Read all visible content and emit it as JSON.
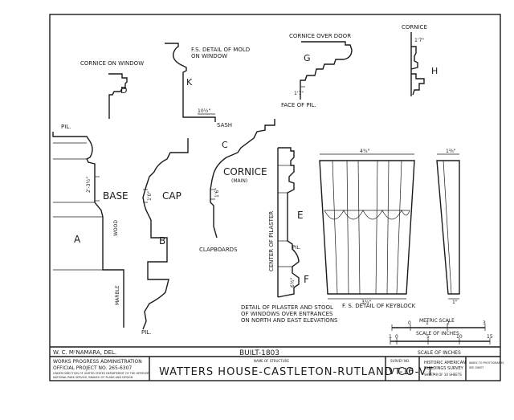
{
  "labels": {
    "cornice_on_window": "CORNICE ON WINDOW",
    "d": "D",
    "fs_detail_mold": "F.S. DETAIL OF MOLD",
    "on_window": "ON WINDOW",
    "k": "K",
    "k_dim": "10½\"",
    "sash": "SASH",
    "cornice_over_door": "CORNICE OVER DOOR",
    "g": "G",
    "g_dim": "1'7\"",
    "face_of_pil": "FACE OF PIL.",
    "cornice_small": "CORNICE",
    "h_dim": "1'7\"",
    "h": "H",
    "pil_top": "PIL.",
    "base": "BASE",
    "base_dim": "2'-3½\"",
    "cap": "CAP",
    "cap_dim": "1'0\"",
    "c": "C",
    "cornice_main": "CORNICE",
    "main": "(MAIN)",
    "c_dim": "1'6\"",
    "clapboards": "CLAPBOARDS",
    "a": "A",
    "wood": "WOOD",
    "b": "B",
    "marble": "MARBLE",
    "pil_bottom": "PIL.",
    "center_of_pilaster": "CENTER OF PILASTER",
    "e": "E",
    "pil_mid": "PIL.",
    "f": "F",
    "f_dim": "6½\"",
    "keyblock_top_dim": "4¾\"",
    "keyblock_side_dim": "1⅝\"",
    "keyblock_bottom_dim": "3¾\"",
    "keyblock_small_dim": "1\"",
    "fs_detail_keyblock": "F. S. DETAIL OF KEYBLOCK",
    "pilaster_note_1": "DETAIL OF PILASTER AND STOOL",
    "pilaster_note_2": "OF WINDOWS OVER ENTRANCES",
    "pilaster_note_3": "ON NORTH AND EAST ELEVATIONS"
  },
  "scales": {
    "metric_title": "METRIC SCALE",
    "metric_ticks": [
      "0",
      "1",
      "2",
      "3"
    ],
    "inches_title_1": "SCALE OF INCHES",
    "inches_ticks": [
      "1",
      "0",
      "5",
      "10",
      "15"
    ],
    "inches_title_2": "SCALE OF INCHES"
  },
  "footer": {
    "delineator": "W. C. MᶜNAMARA, DEL.",
    "built": "BUILT-1803",
    "wpa_1": "WORKS PROGRESS ADMINISTRATION",
    "wpa_2": "OFFICIAL PROJECT NO. 265-6307",
    "wpa_3": "UNDER DIRECTION OF UNITED STATES DEPARTMENT OF THE INTERIOR",
    "wpa_4": "NATIONAL PARK SERVICE, BRANCH OF PLANS AND DESIGN",
    "name_of_structure": "NAME OF STRUCTURE",
    "title": "WATTERS HOUSE-CASTLETON-RUTLAND CO-VT.",
    "survey_no_label": "SURVEY NO.",
    "survey_no": "VT-16",
    "habs_1": "HISTORIC AMERICAN",
    "habs_2": "BUILDINGS SURVEY",
    "sheet": "SHEET 8 OF 10 SHEETS",
    "index_1": "INDEX TO PHOTOGRAPHS",
    "index_2": "SEE SHEET"
  }
}
